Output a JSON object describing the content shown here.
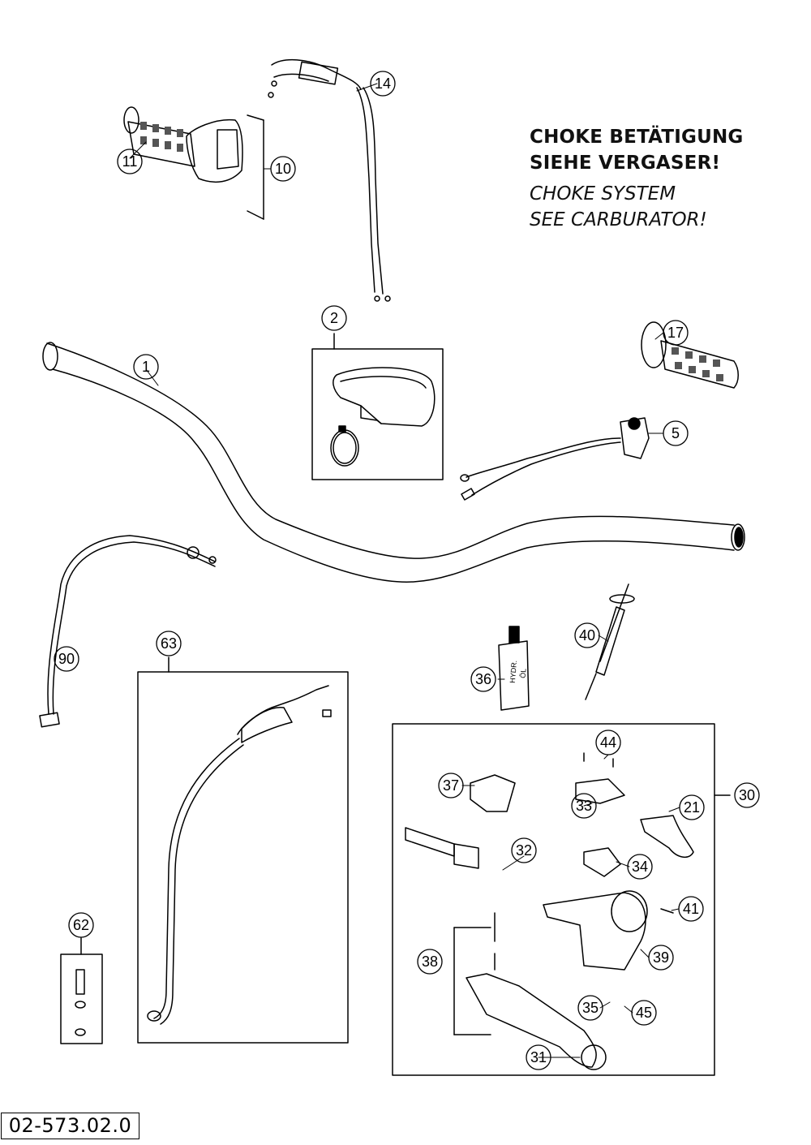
{
  "notes": {
    "de_line1": "CHOKE BETÄTIGUNG",
    "de_line2": "SIEHE VERGASER!",
    "en_line1": "CHOKE SYSTEM",
    "en_line2": "SEE CARBURATOR!"
  },
  "document_number": "02-573.02.0",
  "callouts": [
    "1",
    "2",
    "5",
    "10",
    "11",
    "14",
    "17",
    "21",
    "30",
    "31",
    "32",
    "33",
    "34",
    "35",
    "36",
    "37",
    "38",
    "39",
    "40",
    "41",
    "44",
    "45",
    "62",
    "63",
    "90"
  ],
  "labels": {
    "oil_bottle_line1": "HYDR.",
    "oil_bottle_line2": "ÖL"
  }
}
